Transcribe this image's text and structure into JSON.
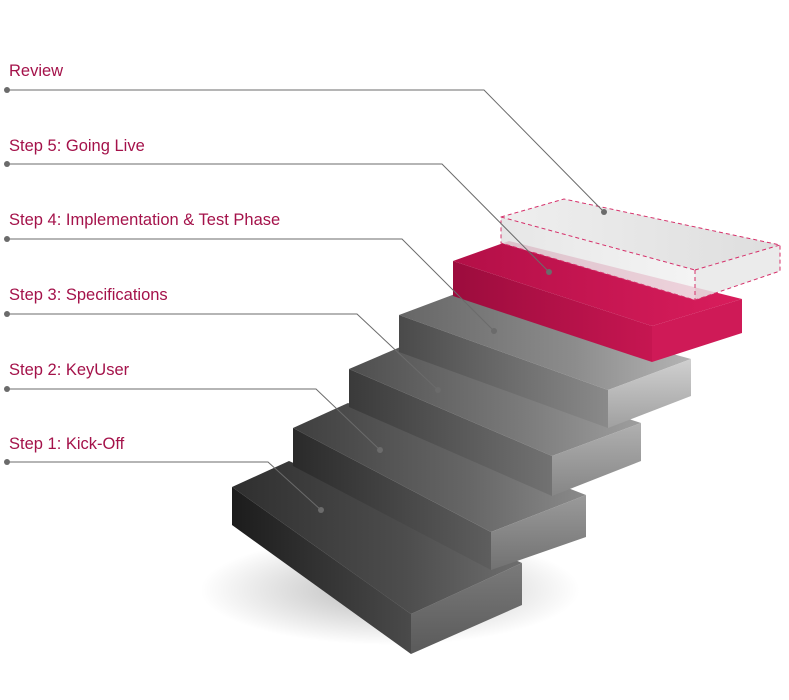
{
  "diagram": {
    "steps": [
      {
        "id": "step1",
        "label": "Step 1: Kick-Off",
        "state": "done"
      },
      {
        "id": "step2",
        "label": "Step 2: KeyUser",
        "state": "done"
      },
      {
        "id": "step3",
        "label": "Step 3: Specifications",
        "state": "done"
      },
      {
        "id": "step4",
        "label": "Step 4: Implementation & Test Phase",
        "state": "done"
      },
      {
        "id": "step5",
        "label": "Step 5: Going Live",
        "state": "current"
      },
      {
        "id": "review",
        "label": "Review",
        "state": "upcoming"
      }
    ],
    "colors": {
      "label_text": "#a4124a",
      "active_step": "#c8124f",
      "leader_lines": "#6b6b6b",
      "completed_steps": "#5a5a5a",
      "pending_outline": "#d6306a"
    }
  }
}
